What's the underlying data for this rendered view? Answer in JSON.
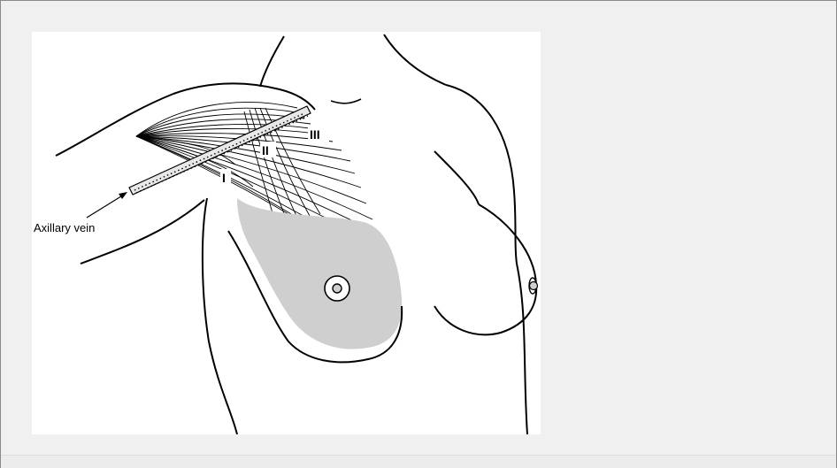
{
  "figure": {
    "labels": {
      "axillary_vein": "Axillary vein",
      "level_1": "I",
      "level_2": "II",
      "level_3": "III"
    },
    "colors": {
      "background": "#f0f0f0",
      "panel": "#ffffff",
      "line": "#000000",
      "breast_tissue": "#cfcfcf"
    }
  }
}
